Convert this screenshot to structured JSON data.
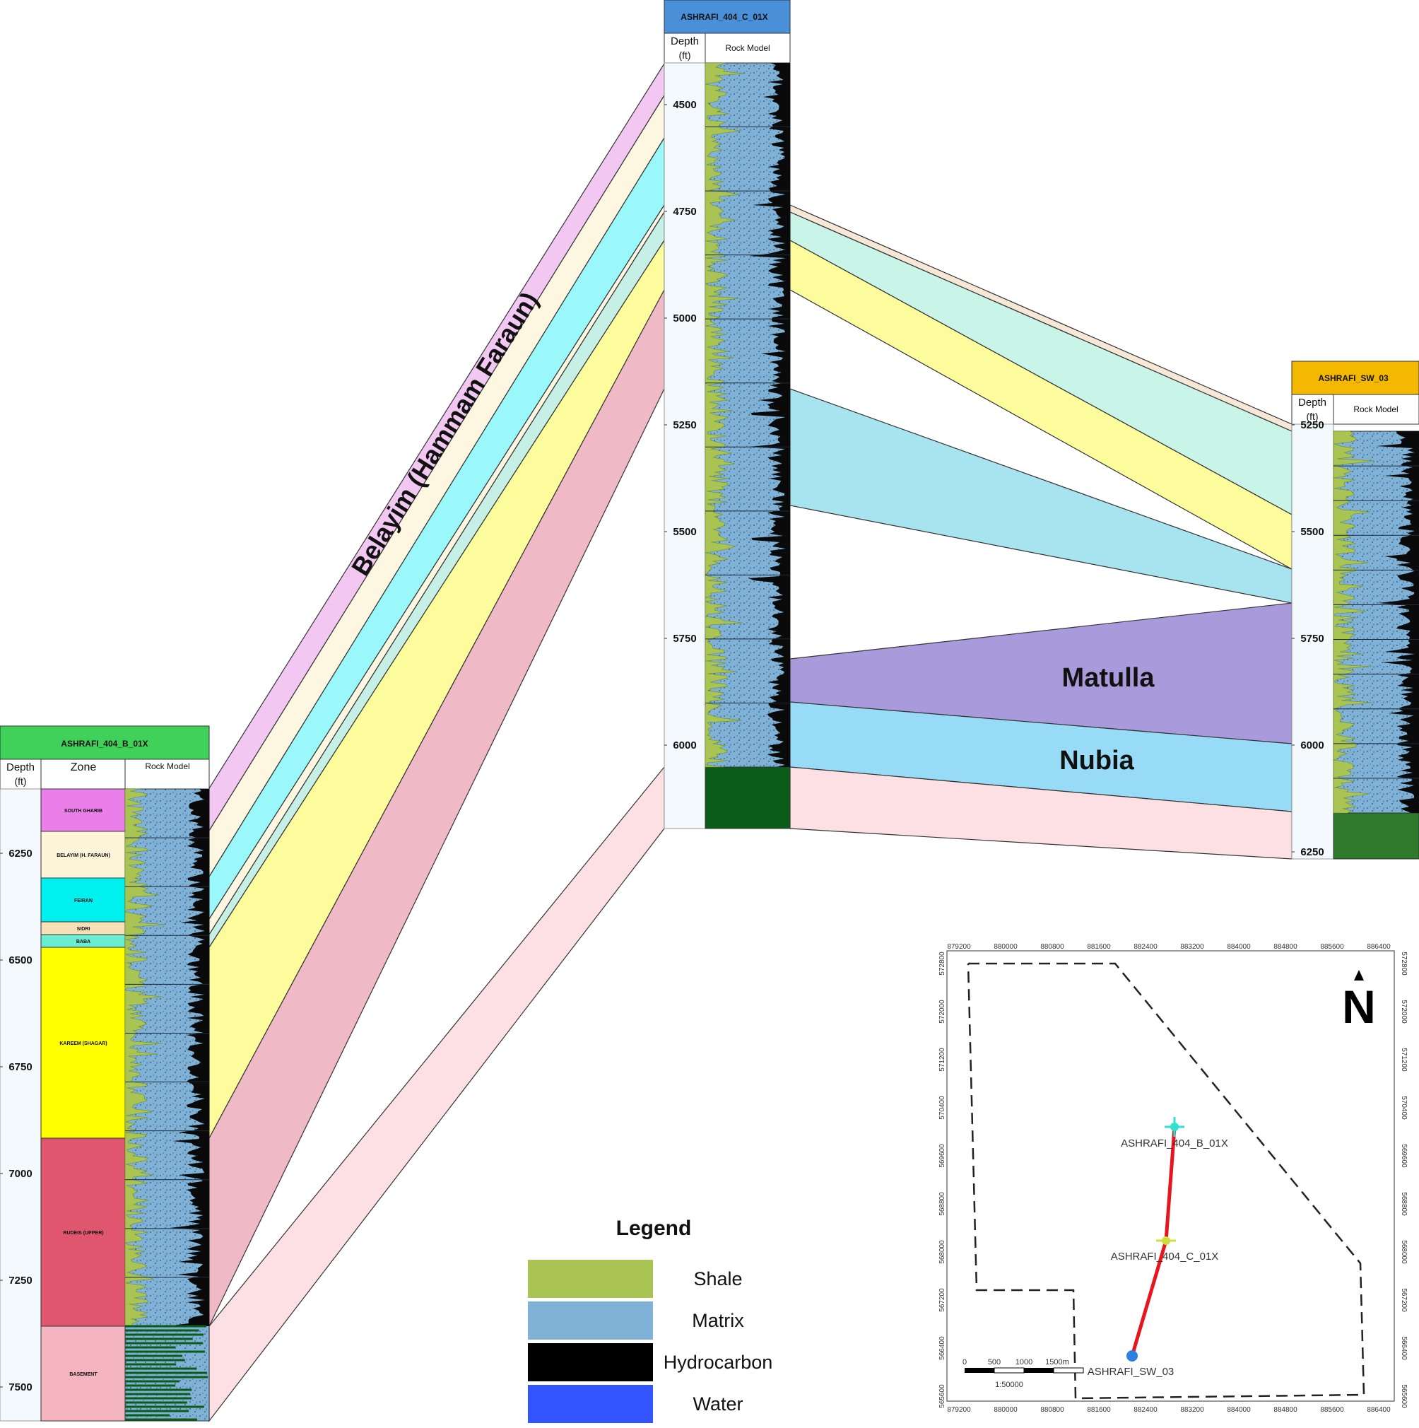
{
  "wells": {
    "b": {
      "name": "ASHRAFI_404_B_01X",
      "header_color": "#3fd159",
      "col_depth": "Depth\n(ft)",
      "col_zone": "Zone",
      "col_rock": "Rock Model",
      "depth_labels": [
        "6250",
        "6500",
        "6750",
        "7000",
        "7250",
        "7500"
      ],
      "zones": [
        {
          "label": "SOUTH GHARIB",
          "color": "#ea7fe9"
        },
        {
          "label": "BELAYIM (H. FARAUN)",
          "color": "#fdf4d9"
        },
        {
          "label": "FEIRAN",
          "color": "#00f0f0"
        },
        {
          "label": "SIDRI",
          "color": "#f7e0b8"
        },
        {
          "label": "BABA",
          "color": "#6cecd0"
        },
        {
          "label": "KAREEM (SHAGAR)",
          "color": "#ffff00"
        },
        {
          "label": "RUDEIS (UPPER)",
          "color": "#e0566f"
        },
        {
          "label": "BASEMENT",
          "color": "#f5b5c0"
        }
      ]
    },
    "c": {
      "name": "ASHRAFI_404_C_01X",
      "header_color": "#4a90d9",
      "col_depth": "Depth\n(ft)",
      "col_rock": "Rock Model",
      "depth_labels": [
        "4500",
        "4750",
        "5000",
        "5250",
        "5500",
        "5750",
        "6000"
      ]
    },
    "sw": {
      "name": "ASHRAFI_SW_03",
      "header_color": "#f5b800",
      "col_depth": "Depth\n(ft)",
      "col_rock": "Rock Model",
      "depth_labels": [
        "5250",
        "5500",
        "5750",
        "6000",
        "6250"
      ]
    }
  },
  "labels": {
    "belayim": "Belayim (Hammam Faraun)",
    "matulla": "Matulla",
    "nubia": "Nubia"
  },
  "legend": {
    "title": "Legend",
    "items": [
      {
        "label": "Shale",
        "color": "#a9c452"
      },
      {
        "label": "Matrix",
        "color": "#7fb2d6"
      },
      {
        "label": "Hydrocarbon",
        "color": "#000000"
      },
      {
        "label": "Water",
        "color": "#3355ff"
      }
    ]
  },
  "basemap": {
    "x_ticks": [
      "879200",
      "880000",
      "880800",
      "881600",
      "882400",
      "883200",
      "884000",
      "884800",
      "885600",
      "886400"
    ],
    "y_ticks": [
      "572800",
      "572000",
      "571200",
      "570400",
      "569600",
      "568800",
      "568000",
      "567200",
      "566400",
      "565600"
    ],
    "well_labels": [
      "ASHRAFI_404_B_01X",
      "ASHRAFI_404_C_01X",
      "ASHRAFI_SW_03"
    ],
    "scale_ticks": [
      "0",
      "500",
      "1000",
      "1500m"
    ],
    "scale_ratio": "1:50000",
    "north_label": "N",
    "line_color": "#e8141e"
  }
}
